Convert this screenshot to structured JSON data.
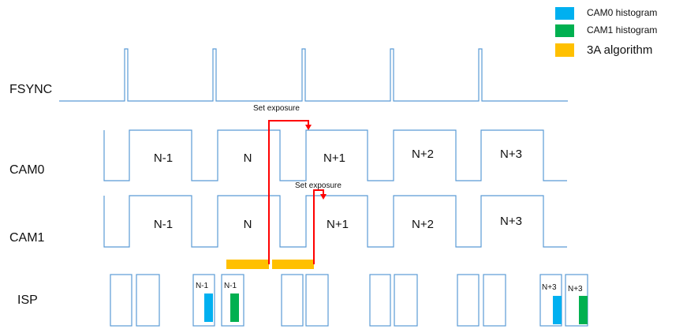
{
  "legend": [
    {
      "label": "CAM0 histogram",
      "color": "#00B0F0"
    },
    {
      "label": "CAM1 histogram",
      "color": "#00B050"
    },
    {
      "label": "3A algorithm",
      "color": "#FFC000"
    }
  ],
  "rows": {
    "fsync": "FSYNC",
    "cam0": "CAM0",
    "cam1": "CAM1",
    "isp": "ISP"
  },
  "cam0_frames": [
    "N-1",
    "N",
    "N+1",
    "N+2",
    "N+3"
  ],
  "cam1_frames": [
    "N-1",
    "N",
    "N+1",
    "N+2",
    "N+3"
  ],
  "isp_tags": [
    "N-1",
    "N-1",
    "N+3",
    "N+3"
  ],
  "annotations": {
    "set_exposure_cam0": "Set exposure",
    "set_exposure_cam1": "Set exposure"
  },
  "colors": {
    "signal": "#5B9BD5",
    "arrow": "#FF0000",
    "cam0_hist": "#00B0F0",
    "cam1_hist": "#00B050",
    "algo": "#FFC000"
  }
}
